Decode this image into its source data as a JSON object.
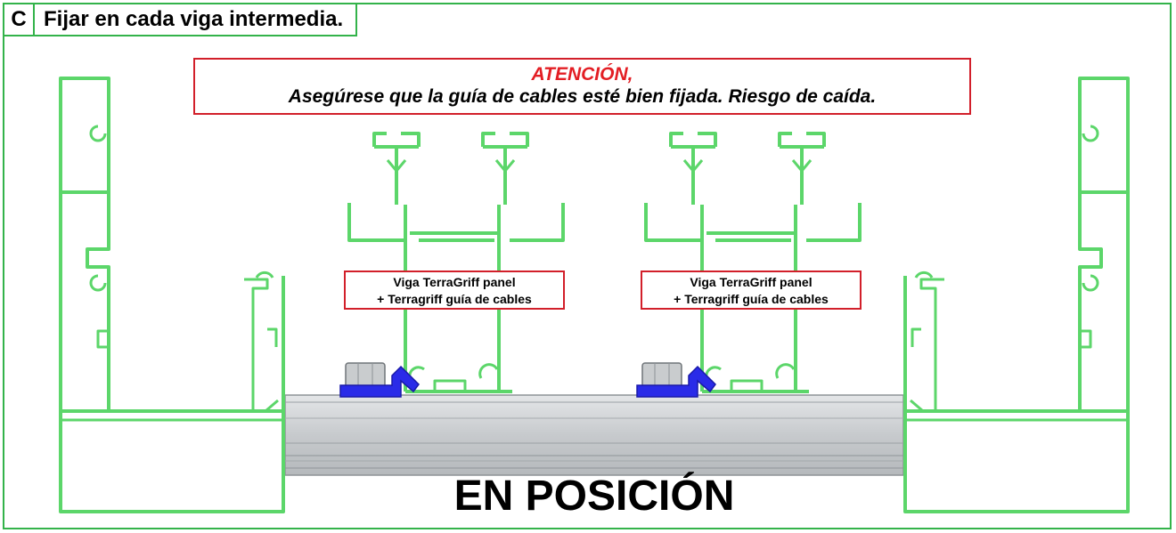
{
  "step": {
    "letter": "C",
    "text": "Fijar en cada viga intermedia."
  },
  "warning": {
    "title": "ATENCIÓN,",
    "message": "Asegúrese que la guía de cables esté bien fijada. Riesgo de caída."
  },
  "labels": [
    {
      "line1": "Viga TerraGriff panel",
      "line2": "+ Terragriff guía de cables"
    },
    {
      "line1": "Viga TerraGriff panel",
      "line2": "+ Terragriff guía de cables"
    }
  ],
  "footer": "EN POSICIÓN",
  "colors": {
    "frame": "#33b34a",
    "profile": "#5cd66a",
    "warning_border": "#d21f2a",
    "warning_title": "#e31e24",
    "clamp": "#2a2be8",
    "rail": "#c8cccf"
  }
}
